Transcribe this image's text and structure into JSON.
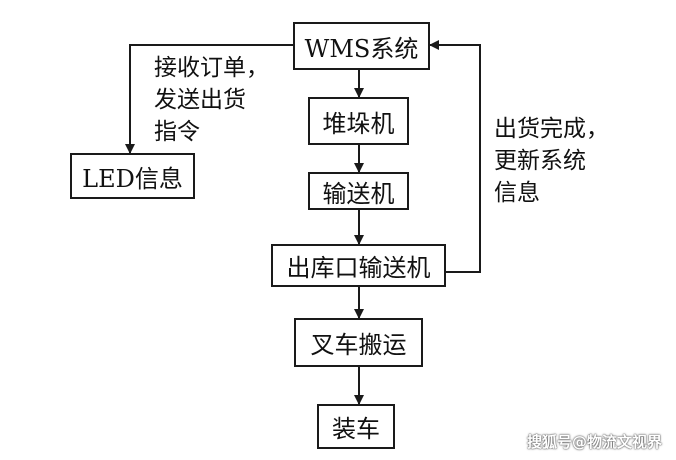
{
  "diagram": {
    "nodes": {
      "wms": "WMS系统",
      "stacker": "堆垛机",
      "conveyor": "输送机",
      "outbound_conveyor": "出库口输送机",
      "forklift": "叉车搬运",
      "loading": "装车",
      "led": "LED信息"
    },
    "notes": {
      "left": "接收订单，\n发送出货\n指令",
      "right": "出货完成，\n更新系统\n信息"
    },
    "colors": {
      "line": "#1a1a1a",
      "text": "#111111",
      "background": "#ffffff"
    }
  },
  "watermark": "搜狐号@物流文视界"
}
